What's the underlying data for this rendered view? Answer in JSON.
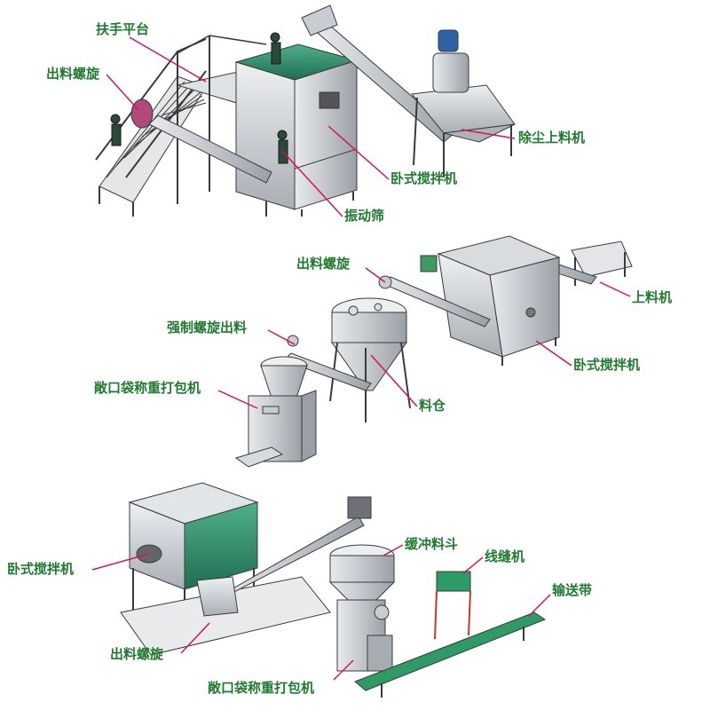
{
  "colors": {
    "label": "#1f7a2e",
    "leader": "#d4145a",
    "steel": "#c9ccd0",
    "steel_dark": "#8c9096",
    "green_panel": "#2e8b6b",
    "outline": "#3a3a3a"
  },
  "line1": {
    "labels": {
      "platform": "扶手平台",
      "discharge_screw": "出料螺旋",
      "dust_feeder": "除尘上料机",
      "mixer": "卧式搅拌机",
      "vibrating_screen": "振动筛"
    }
  },
  "line2": {
    "labels": {
      "discharge_screw": "出料螺旋",
      "feeder": "上料机",
      "forced_screw": "强制螺旋出料",
      "packer": "敞口袋称重打包机",
      "mixer": "卧式搅拌机",
      "silo": "料仓"
    }
  },
  "line3": {
    "labels": {
      "buffer_hopper": "缓冲料斗",
      "sewing_machine": "线缝机",
      "mixer": "卧式搅拌机",
      "conveyor": "输送带",
      "discharge_screw": "出料螺旋",
      "packer": "敞口袋称重打包机"
    }
  }
}
